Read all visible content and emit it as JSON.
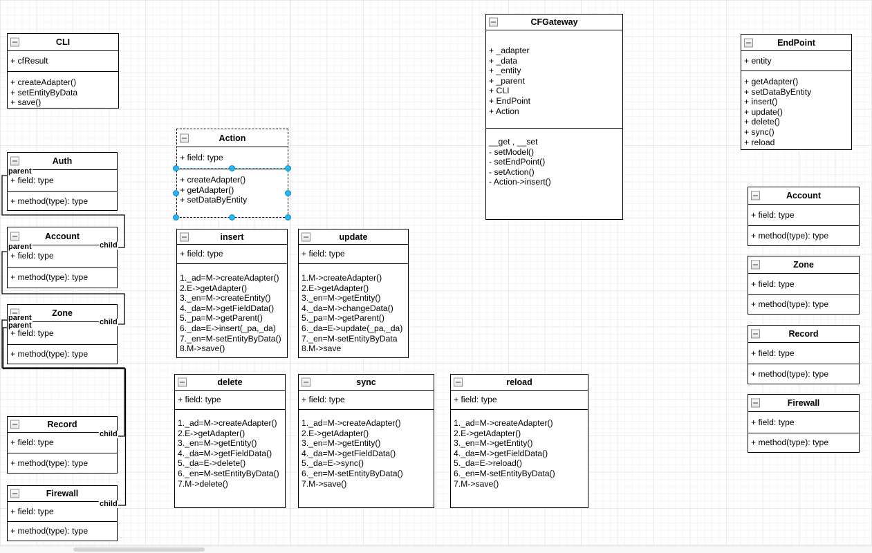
{
  "diagram": {
    "colors": {
      "box_border": "#000000",
      "selection_handle": "#29b6f2",
      "selection_outline": "#29b6f2",
      "grid_minor": "#f5f5f5",
      "grid_major": "#e8e8e8"
    },
    "classes": {
      "cli": {
        "title": "CLI",
        "attributes": [
          "+ cfResult"
        ],
        "methods": [
          "+ createAdapter()",
          "+ setEntityByData",
          "+ save()"
        ]
      },
      "auth": {
        "title": "Auth",
        "attributes": [
          "+ field: type"
        ],
        "methods": [
          "+ method(type): type"
        ]
      },
      "account_left": {
        "title": "Account",
        "attributes": [
          "+ field: type"
        ],
        "methods": [
          "+ method(type): type"
        ]
      },
      "zone_left": {
        "title": "Zone",
        "attributes": [
          "+ field: type"
        ],
        "methods": [
          "+ method(type): type"
        ]
      },
      "record_left": {
        "title": "Record",
        "attributes": [
          "+ field: type"
        ],
        "methods": [
          "+ method(type): type"
        ]
      },
      "firewall_left": {
        "title": "Firewall",
        "attributes": [
          "+ field: type"
        ],
        "methods": [
          "+ method(type): type"
        ]
      },
      "action": {
        "title": "Action",
        "attributes": [
          "+ field: type"
        ],
        "methods": [
          "+ createAdapter()",
          "+ getAdapter()",
          "+ setDataByEntity"
        ]
      },
      "insert": {
        "title": "insert",
        "attributes": [
          "+ field: type"
        ],
        "methods": [
          "1._ad=M->createAdapter()",
          "2.E->getAdapter()",
          "3._en=M->createEntity()",
          "4._da=M->getFieldData()",
          "5._pa=M->getParent()",
          "6._da=E->insert(_pa,_da)",
          "7._en=M-setEntityByData()",
          "8.M->save()"
        ]
      },
      "update": {
        "title": "update",
        "attributes": [
          "+ field: type"
        ],
        "methods": [
          "1.M->createAdapter()",
          "2.E->getAdapter()",
          "3._en=M->getEntity()",
          "4._da=M->changeData()",
          "5._pa=M->getParent()",
          "6._da=E->update(_pa,_da)",
          "7._en=M-setEntityByData",
          "8.M->save"
        ]
      },
      "delete": {
        "title": "delete",
        "attributes": [
          "+ field: type"
        ],
        "methods": [
          "1._ad=M->createAdapter()",
          "2.E->getAdapter()",
          "3._en=M->getEntity()",
          "4._da=M->getFieldData()",
          "5._da=E->delete()",
          "6._en=M-setEntityByData()",
          "7.M->delete()"
        ]
      },
      "sync": {
        "title": "sync",
        "attributes": [
          "+ field: type"
        ],
        "methods": [
          "1._ad=M->createAdapter()",
          "2.E->getAdapter()",
          "3._en=M->getEntity()",
          "4._da=M->getFieldData()",
          "5._da=E->sync()",
          "6._en=M-setEntityByData()",
          "7.M->save()"
        ]
      },
      "reload": {
        "title": "reload",
        "attributes": [
          "+ field: type"
        ],
        "methods": [
          "1._ad=M->createAdapter()",
          "2.E->getAdapter()",
          "3._en=M->getEntity()",
          "4._da=M->getFieldData()",
          "5._da=E->reload()",
          "6._en=M-setEntityByData()",
          "7.M->save()"
        ]
      },
      "cfgateway": {
        "title": "CFGateway",
        "attributes": [
          "+ _adapter",
          "+ _data",
          "+ _entity",
          "+ _parent",
          "+ CLI",
          "+ EndPoint",
          "+ Action"
        ],
        "methods": [
          "__get , __set",
          "- setModel()",
          "- setEndPoint()",
          "- setAction()",
          "- Action->insert()"
        ]
      },
      "endpoint": {
        "title": "EndPoint",
        "attributes": [
          "+ entity"
        ],
        "methods": [
          "+ getAdapter()",
          "+ setDataByEntity",
          "+ insert()",
          "+ update()",
          "+ delete()",
          "+ sync()",
          "+ reload"
        ]
      },
      "account_right": {
        "title": "Account",
        "attributes": [
          "+ field: type"
        ],
        "methods": [
          "+ method(type): type"
        ]
      },
      "zone_right": {
        "title": "Zone",
        "attributes": [
          "+ field: type"
        ],
        "methods": [
          "+ method(type): type"
        ]
      },
      "record_right": {
        "title": "Record",
        "attributes": [
          "+ field: type"
        ],
        "methods": [
          "+ method(type): type"
        ]
      },
      "firewall_right": {
        "title": "Firewall",
        "attributes": [
          "+ field: type"
        ],
        "methods": [
          "+ method(type): type"
        ]
      }
    },
    "edge_labels": {
      "auth_parent": "parent",
      "account_parent": "parent",
      "account_child": "child",
      "zone_parent1": "parent",
      "zone_parent2": "parent",
      "zone_child": "child",
      "record_child": "child",
      "firewall_child": "child"
    }
  }
}
